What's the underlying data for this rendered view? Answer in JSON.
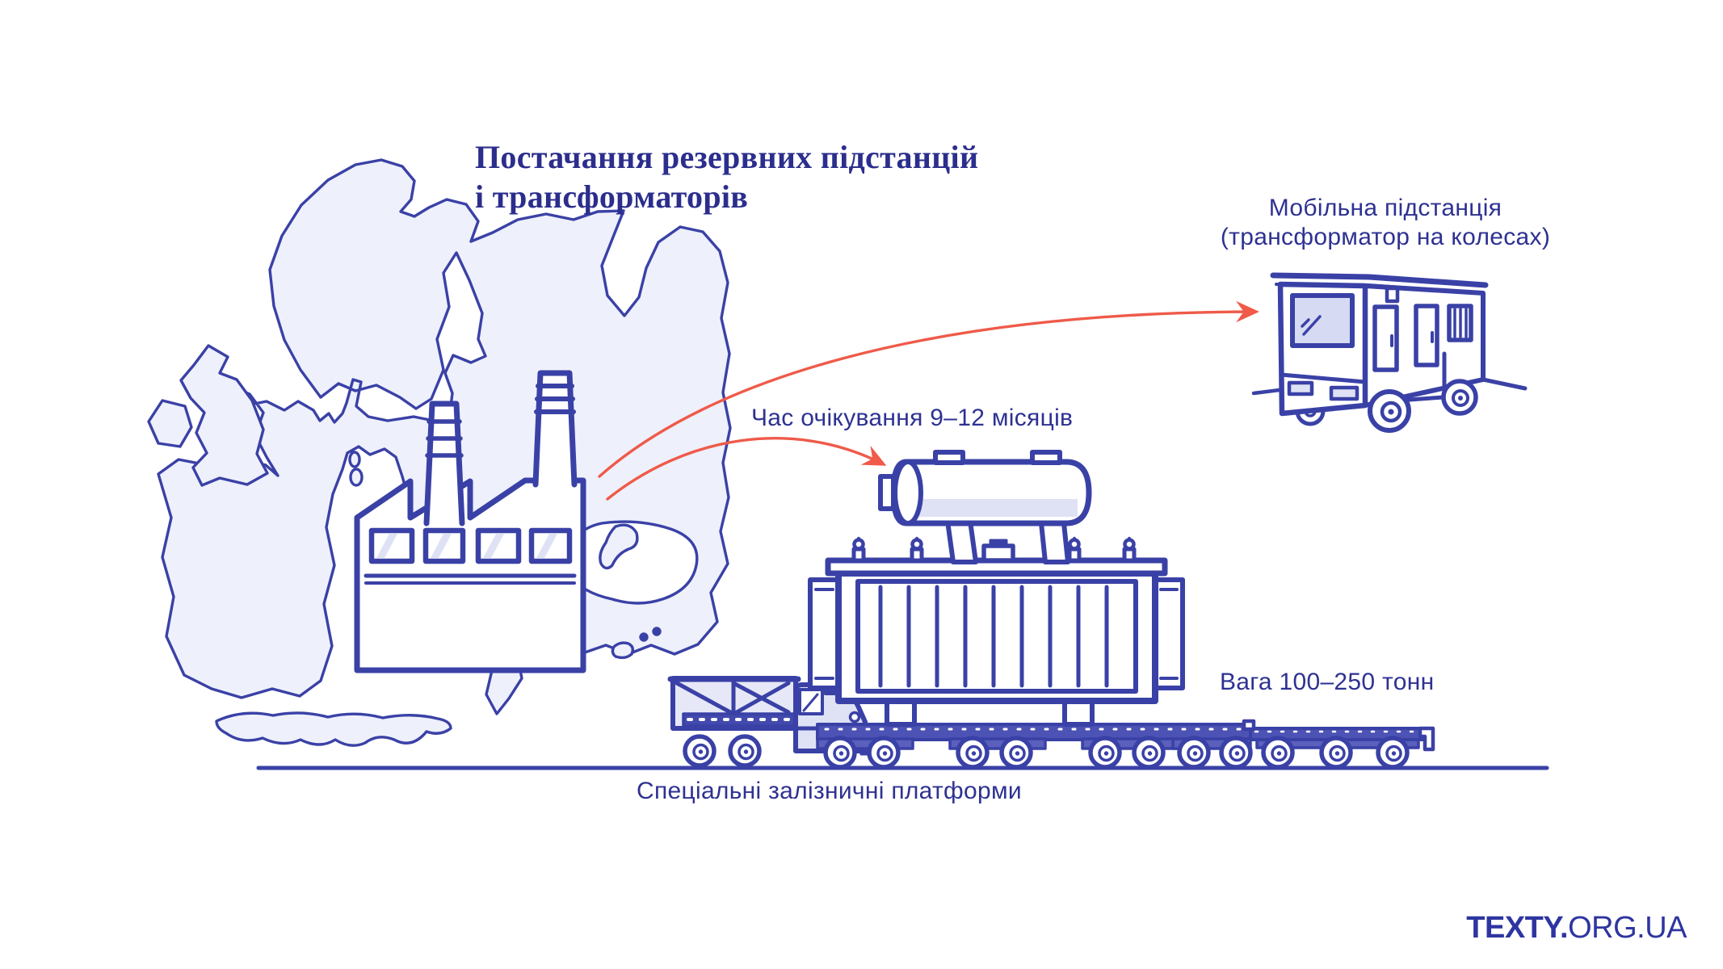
{
  "colors": {
    "background": "#ffffff",
    "ink": "#3a41a6",
    "title": "#2b2e8c",
    "label_text": "#2e3192",
    "map_fill": "#eef0fb",
    "shade": "#dfe2f4",
    "arrow_red": "#ef5a49"
  },
  "title": {
    "line1": "Постачання резервних підстанцій",
    "line2": "і трансформаторів"
  },
  "annotations": {
    "mobile_substation_line1": "Мобільна підстанція",
    "mobile_substation_line2": "(трансформатор на колесах)",
    "waiting_time": "Час очікування 9–12 місяців",
    "weight": "Вага 100–250 тонн",
    "platforms": "Спеціальні залізничні платформи"
  },
  "footer": {
    "logo_bold": "TEXTY.",
    "logo_rest": "ORG.UA"
  },
  "icons": {
    "europe_map_icon": "hand-drawn outline map of Europe",
    "factory_icon": "factory with two chimneys",
    "truck_icon": "tractor truck pulling platforms",
    "transformer_icon": "power transformer with conservator tank",
    "rail_platform_icon": "multi-axle railway platform",
    "empty_rail_platform_icon": "empty railway flat platform",
    "mobile_substation_trailer_icon": "substation container trailer on wheels",
    "arrow_to_trailer_icon": "curved red arrow to mobile substation",
    "arrow_to_transformer_icon": "curved red arrow to transformer"
  }
}
